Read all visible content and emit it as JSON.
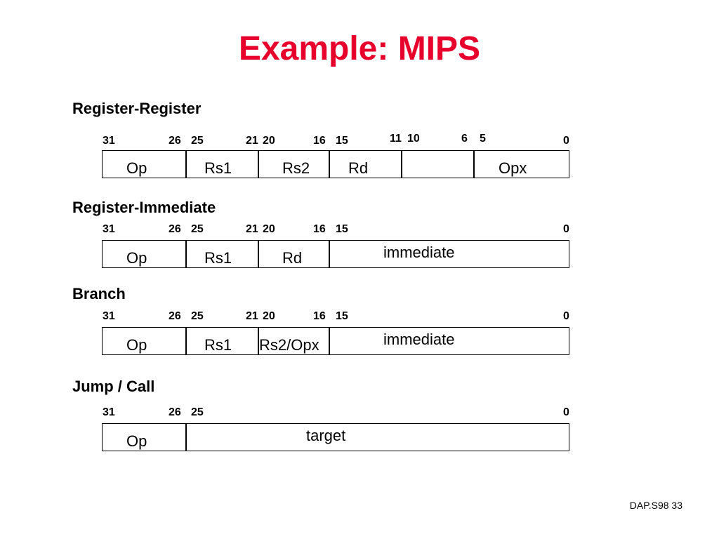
{
  "title": "Example: MIPS",
  "colors": {
    "title": "#e8002d"
  },
  "formats": {
    "register_register": {
      "heading": "Register-Register",
      "bits": {
        "b31": "31",
        "b26": "26",
        "b25": "25",
        "b21": "21",
        "b20": "20",
        "b16": "16",
        "b15": "15",
        "b11": "11",
        "b10": "10",
        "b6": "6",
        "b5": "5",
        "b0": "0"
      },
      "fields": {
        "op": "Op",
        "rs1": "Rs1",
        "rs2": "Rs2",
        "rd": "Rd",
        "opx": "Opx"
      }
    },
    "register_immediate": {
      "heading": "Register-Immediate",
      "bits": {
        "b31": "31",
        "b26": "26",
        "b25": "25",
        "b21": "21",
        "b20": "20",
        "b16": "16",
        "b15": "15",
        "b0": "0"
      },
      "fields": {
        "op": "Op",
        "rs1": "Rs1",
        "rd": "Rd",
        "immediate": "immediate"
      }
    },
    "branch": {
      "heading": "Branch",
      "bits": {
        "b31": "31",
        "b26": "26",
        "b25": "25",
        "b21": "21",
        "b20": "20",
        "b16": "16",
        "b15": "15",
        "b0": "0"
      },
      "fields": {
        "op": "Op",
        "rs1": "Rs1",
        "rs2_opx": "Rs2/Opx",
        "immediate": "immediate"
      }
    },
    "jump_call": {
      "heading": "Jump / Call",
      "bits": {
        "b31": "31",
        "b26": "26",
        "b25": "25",
        "b0": "0"
      },
      "fields": {
        "op": "Op",
        "target": "target"
      }
    }
  },
  "footer": "DAP.S98 33"
}
